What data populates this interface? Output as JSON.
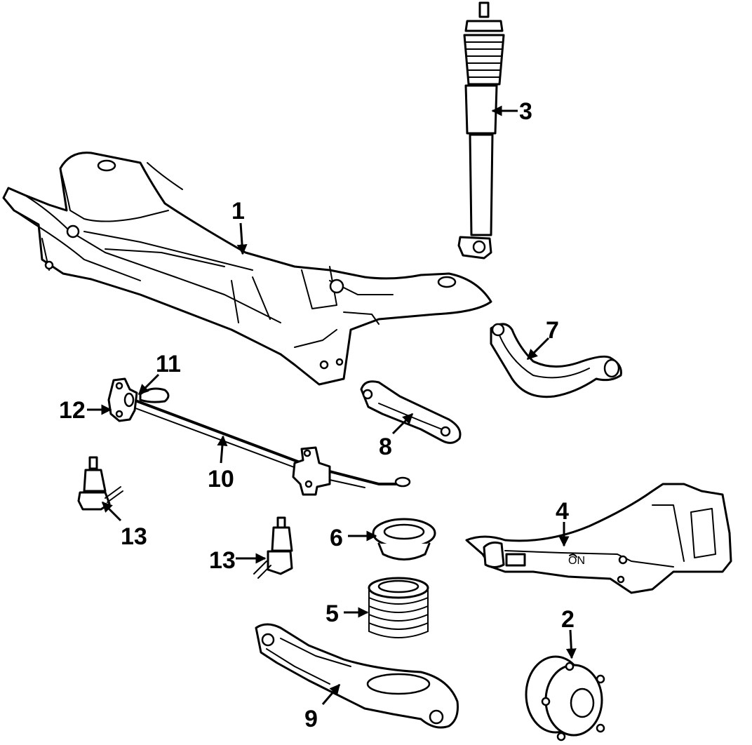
{
  "callouts": [
    "1",
    "2",
    "3",
    "4",
    "5",
    "6",
    "7",
    "8",
    "9",
    "10",
    "11",
    "12",
    "13",
    "13"
  ]
}
